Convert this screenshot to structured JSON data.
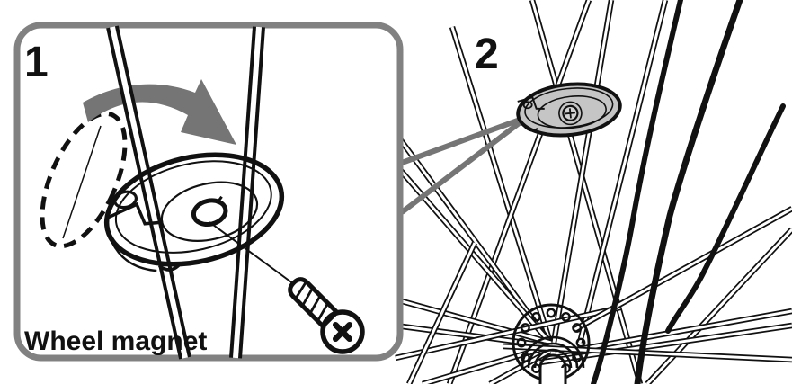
{
  "figure": {
    "description": "Wheel magnet installation diagram",
    "steps": [
      {
        "number": "1",
        "caption": "Wheel magnet"
      },
      {
        "number": "2"
      }
    ]
  },
  "icons": {
    "rotation_arrow": "curved-arrow-right",
    "zoom_callout": "wedge-pointer-lines",
    "previous_position": "dashed-ellipse-outline",
    "screw": "phillips-screw"
  },
  "colors": {
    "ink": "#111111",
    "panel_border": "#818181",
    "accent_gray": "#757575",
    "magnet_gray": "#c5c5c5",
    "magnet_gray_light": "#d2d2d2",
    "bg": "#ffffff"
  }
}
